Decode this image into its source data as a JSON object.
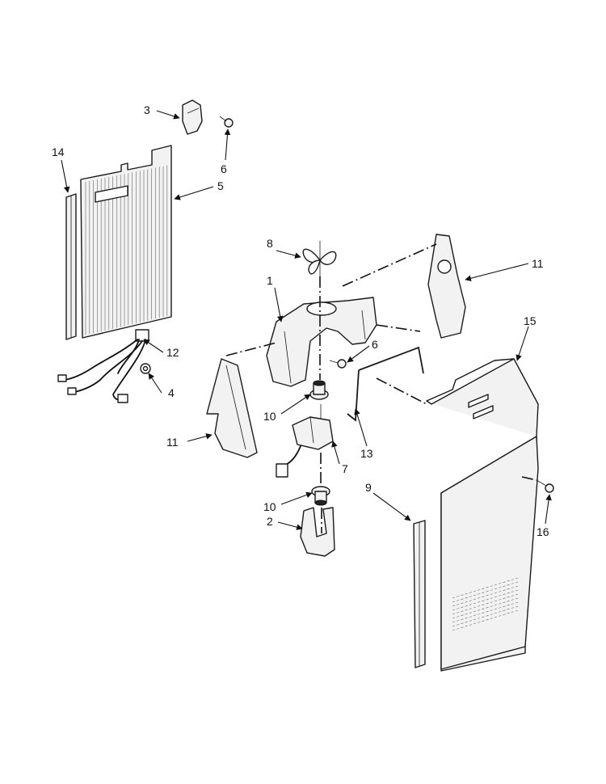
{
  "callouts": {
    "c1": "1",
    "c2": "2",
    "c3": "3",
    "c4": "4",
    "c5": "5",
    "c6a": "6",
    "c6b": "6",
    "c7": "7",
    "c8": "8",
    "c9": "9",
    "c10a": "10",
    "c10b": "10",
    "c11a": "11",
    "c11b": "11",
    "c12": "12",
    "c13": "13",
    "c14": "14",
    "c15": "15",
    "c16": "16"
  }
}
